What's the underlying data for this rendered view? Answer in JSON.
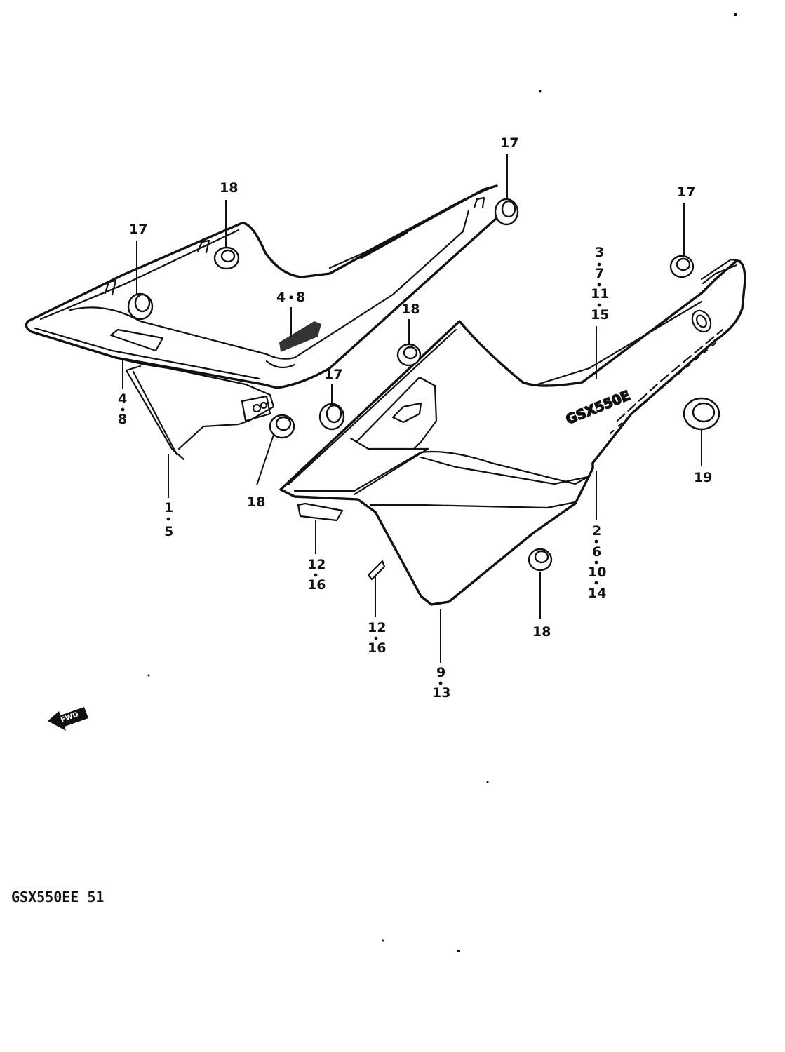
{
  "callouts": {
    "c17_left": "17",
    "c18_top": "18",
    "c17_top_mid": "17",
    "c17_right_top": "17",
    "c48_upper_a": "4",
    "c48_upper_b": "8",
    "c18_center": "18",
    "c3": "3",
    "c7": "7",
    "c11": "11",
    "c15": "15",
    "c17_center": "17",
    "c4_left": "4",
    "c8_left": "8",
    "c18_low_left": "18",
    "c1": "1",
    "c5": "5",
    "c19": "19",
    "c2": "2",
    "c6": "6",
    "c10": "10",
    "c14": "14",
    "c12_a": "12",
    "c16_a": "16",
    "c12_b": "12",
    "c16_b": "16",
    "c9": "9",
    "c13": "13",
    "c18_bottom_right": "18"
  },
  "model_code": "GSX550EE 51",
  "decal_text": "GSX550E",
  "fwd_badge": "FWD",
  "colors": {
    "ink": "#111111",
    "paper": "#ffffff"
  }
}
